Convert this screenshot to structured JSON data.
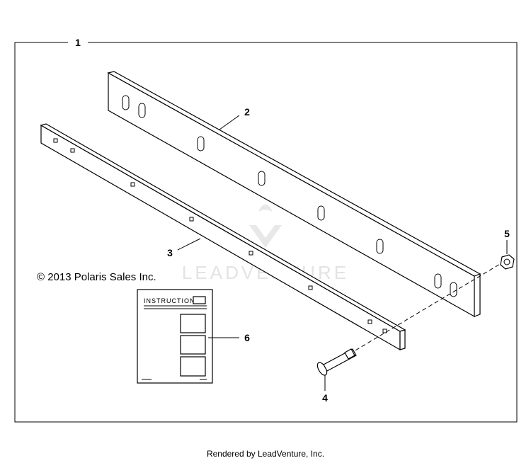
{
  "callouts": {
    "kit": "1",
    "blade": "2",
    "wear_strip": "3",
    "bolt": "4",
    "nut": "5",
    "instructions": "6"
  },
  "copyright": "© 2013 Polaris Sales Inc.",
  "instructions_sheet_title": "INSTRUCTIONS",
  "watermark": "LEADVENTURE",
  "footer": "Rendered by LeadVenture, Inc."
}
